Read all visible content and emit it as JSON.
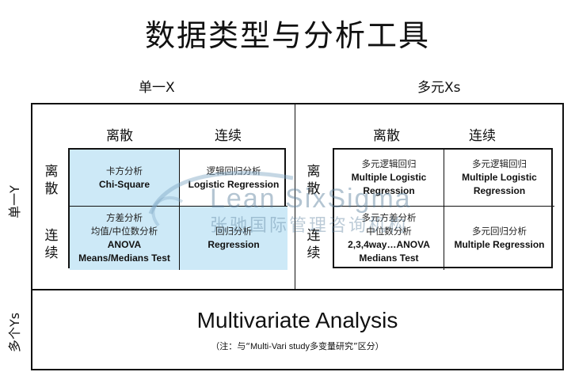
{
  "title": "数据类型与分析工具",
  "columns": {
    "single_x": "单一X",
    "multi_x": "多元Xs"
  },
  "rows": {
    "single_y": "单一Y",
    "multi_y": "多个Ys"
  },
  "sub_headers": {
    "discrete": "离散",
    "continuous": "连续"
  },
  "side_labels": {
    "discrete": [
      "离",
      "散"
    ],
    "continuous": [
      "连",
      "续"
    ]
  },
  "single_grid": {
    "discrete_discrete": {
      "cn": "卡方分析",
      "en": "Chi-Square"
    },
    "discrete_continuous": {
      "cn": "逻辑回归分析",
      "en": "Logistic Regression"
    },
    "continuous_discrete": {
      "cn1": "方差分析",
      "cn2": "均值/中位数分析",
      "en1": "ANOVA",
      "en2": "Means/Medians Test"
    },
    "continuous_continuous": {
      "cn": "回归分析",
      "en": "Regression"
    }
  },
  "multi_grid": {
    "discrete_discrete": {
      "cn": "多元逻辑回归",
      "en1": "Multiple Logistic",
      "en2": "Regression"
    },
    "discrete_continuous": {
      "cn": "多元逻辑回归",
      "en1": "Multiple Logistic",
      "en2": "Regression"
    },
    "continuous_discrete": {
      "cn1": "多元方差分析",
      "cn2": "中位数分析",
      "en1": "2,3,4way…ANOVA",
      "en2": "Medians Test"
    },
    "continuous_continuous": {
      "cn": "多元回归分析",
      "en": "Multiple Regression"
    }
  },
  "multivariate": {
    "title": "Multivariate Analysis",
    "note_prefix": "（注：与“",
    "note_en": "Multi-Vari study",
    "note_suffix": "多变量研究”区分）"
  },
  "watermark": {
    "en": "Lean SixSigma",
    "cn": "张驰国际管理咨询机构",
    "color": "#5a7f9c"
  }
}
